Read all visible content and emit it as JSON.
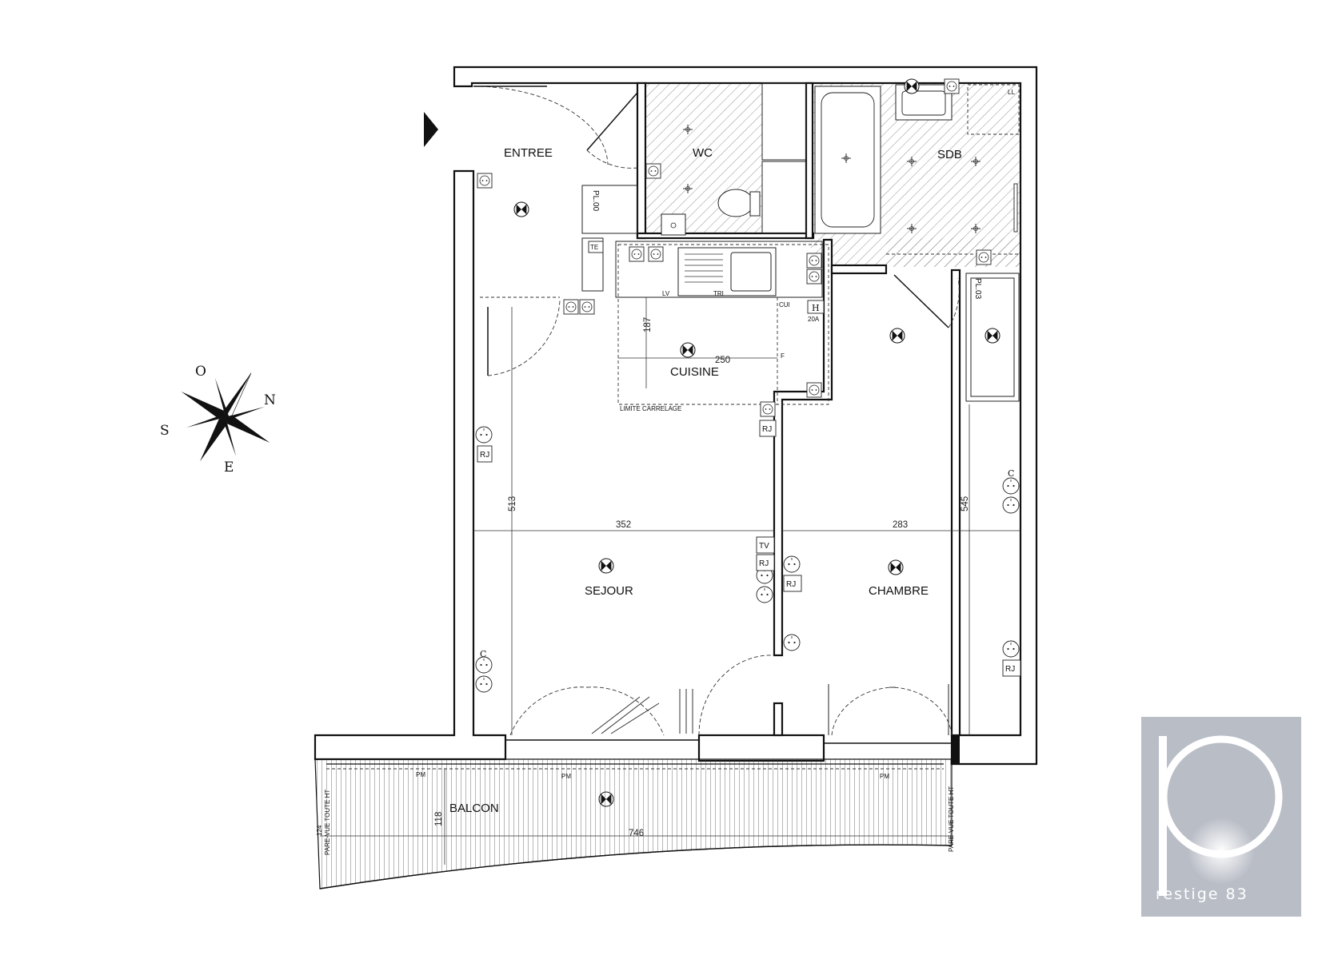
{
  "rooms": {
    "entree": "ENTREE",
    "wc": "WC",
    "sdb": "SDB",
    "cuisine": "CUISINE",
    "sejour": "SEJOUR",
    "chambre": "CHAMBRE",
    "balcon": "BALCON"
  },
  "dimensions": {
    "sejour_width": "352",
    "chambre_width": "283",
    "sejour_depth": "513",
    "chambre_depth": "545",
    "cuisine_width": "250",
    "cuisine_depth": "187",
    "balcon_width": "746",
    "balcon_depth": "118",
    "balcon_side": "124"
  },
  "labels": {
    "limite_carrelage": "LIMITE CARRELAGE",
    "pl00": "PL.00",
    "pl03": "PL.03",
    "te": "TE",
    "lv": "LV",
    "tri": "TRI",
    "cui": "CUI",
    "h": "H",
    "amp": "20A",
    "f": "F",
    "ll": "LL",
    "rj": "RJ",
    "tv": "TV",
    "c": "C",
    "pm": "PM",
    "pare_vue": "PARE-VUE TOUTE HT"
  },
  "compass": {
    "n": "N",
    "s": "S",
    "o": "O",
    "e": "E"
  },
  "logo": {
    "text": "restige 83",
    "letter": "p"
  }
}
